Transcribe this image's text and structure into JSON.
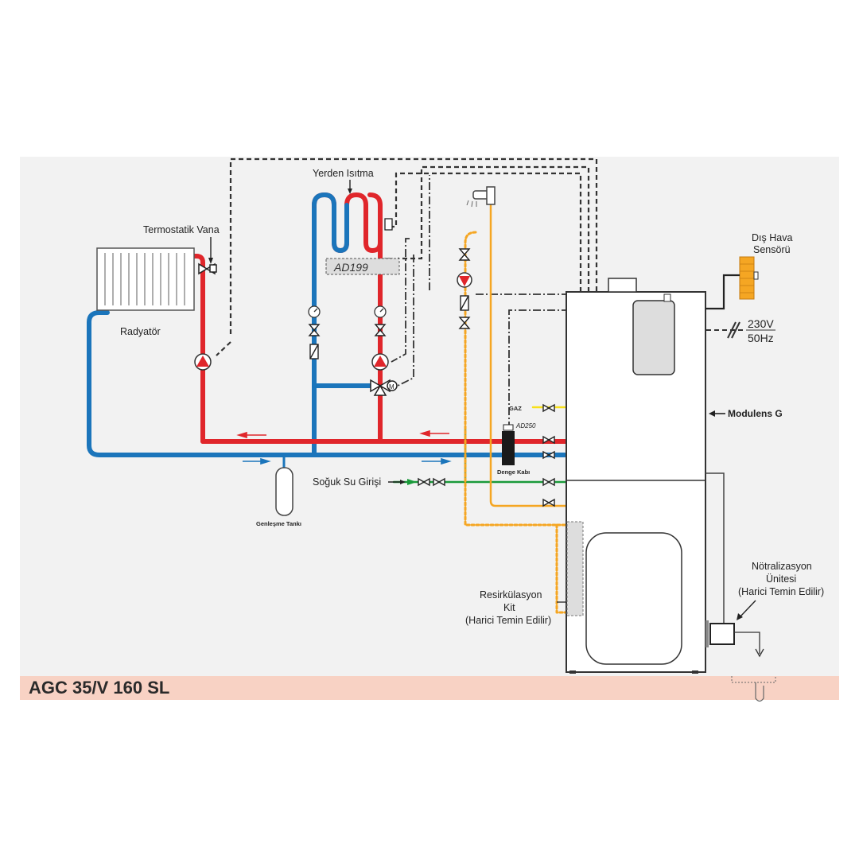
{
  "model": "AGC 35/V 160 SL",
  "labels": {
    "yerden_isitma": "Yerden Isıtma",
    "termostatik_vana": "Termostatik Vana",
    "radyator": "Radyatör",
    "ad199": "AD199",
    "dis_hava_1": "Dış Hava",
    "dis_hava_2": "Sensörü",
    "v230": "230V",
    "hz50": "50Hz",
    "gaz": "GAZ",
    "ad250": "AD250",
    "modulens": "Modulens G",
    "denge_kabi": "Denge Kabı",
    "soguk_su": "Soğuk Su Girişi",
    "genlesme": "Genleşme Tankı",
    "resirk_1": "Resirkülasyon",
    "resirk_2": "Kit",
    "resirk_3": "(Harici Temin Edilir)",
    "notr_1": "Nötralizasyon",
    "notr_2": "Ünitesi",
    "notr_3": "(Harici Temin Edilir)"
  },
  "colors": {
    "hot": "#e0262b",
    "cold": "#1b75bb",
    "dhw": "#f5a623",
    "gas": "#f7e01a",
    "cold_water": "#1a9a3a",
    "control": "#333333",
    "floor": "#f8d2c4",
    "background": "#f2f2f2"
  }
}
